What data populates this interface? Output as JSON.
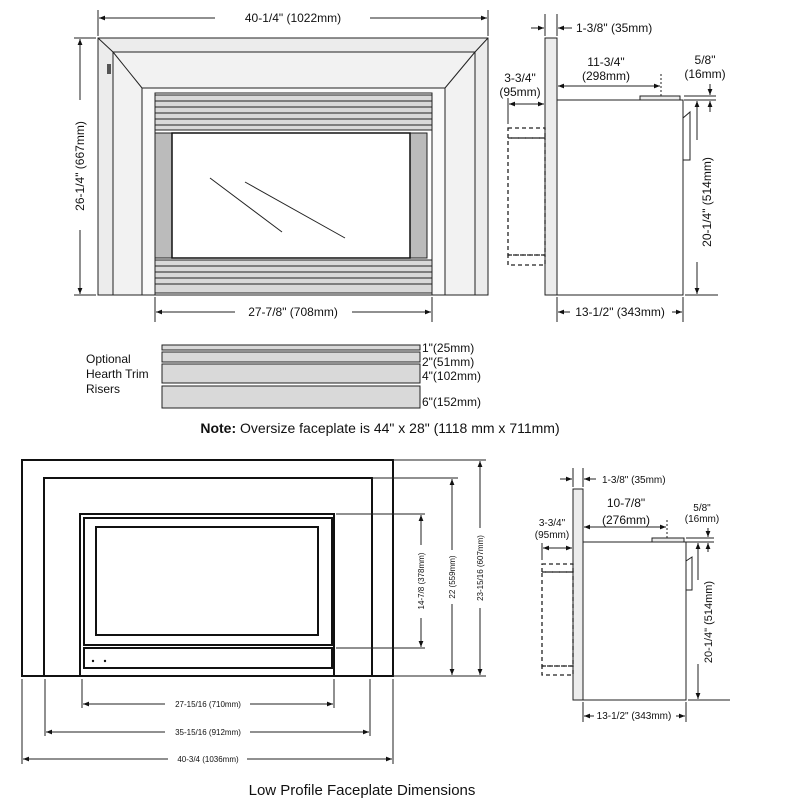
{
  "top_front": {
    "width_label": "40-1/4\" (1022mm)",
    "height_label": "26-1/4\" (667mm)",
    "opening_label": "27-7/8\" (708mm)"
  },
  "top_side": {
    "faceplate_depth": "1-3/8\" (35mm)",
    "depth_in": "11-3/4\"",
    "depth_mm": "(298mm)",
    "standoff_in": "3-3/4\"",
    "standoff_mm": "(95mm)",
    "top_in": "5/8\"",
    "top_mm": "(16mm)",
    "height_label": "20-1/4\" (514mm)",
    "total_depth": "13-1/2\" (343mm)"
  },
  "risers": {
    "title_lines": [
      "Optional",
      "Hearth Trim",
      "Risers"
    ],
    "items": [
      "1\"(25mm)",
      "2\"(51mm)",
      "4\"(102mm)",
      "6\"(152mm)"
    ]
  },
  "note": {
    "prefix": "Note:",
    "text": " Oversize faceplate is 44\" x 28\" (1118 mm x 711mm)"
  },
  "bottom_front": {
    "opening_width": "27-15/16 (710mm)",
    "inner_width": "35-15/16 (912mm)",
    "outer_width": "40-3/4 (1036mm)",
    "opening_height": "14-7/8 (378mm)",
    "inner_height": "22 (559mm)",
    "outer_height": "23-15/16 (607mm)"
  },
  "bottom_side": {
    "faceplate_depth": "1-3/8\" (35mm)",
    "depth_in": "10-7/8\"",
    "depth_mm": "(276mm)",
    "standoff_in": "3-3/4\"",
    "standoff_mm": "(95mm)",
    "top_in": "5/8\"",
    "top_mm": "(16mm)",
    "height_label": "20-1/4\" (514mm)",
    "total_depth": "13-1/2\" (343mm)"
  },
  "caption": "Low Profile Faceplate Dimensions"
}
